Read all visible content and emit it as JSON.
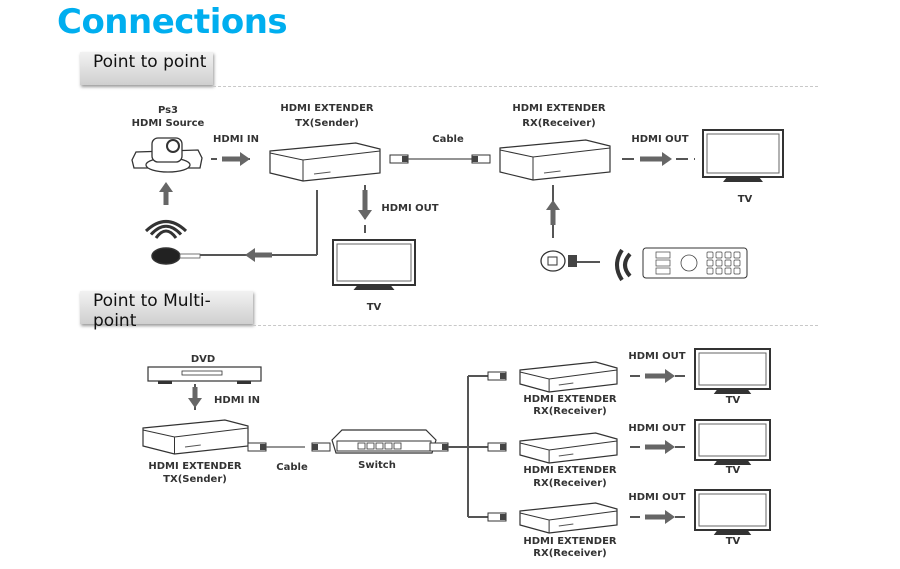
{
  "title": "Connections",
  "sections": {
    "p2p": {
      "tab": "Point to point",
      "source_name": "Ps3",
      "source_label": "HDMI Source",
      "hdmi_in": "HDMI IN",
      "tx_title": "HDMI EXTENDER",
      "tx_sub": "TX(Sender)",
      "cable": "Cable",
      "rx_title": "HDMI EXTENDER",
      "rx_sub": "RX(Receiver)",
      "hdmi_out_rx": "HDMI OUT",
      "tv_rx": "TV",
      "hdmi_out_tx": "HDMI OUT",
      "tv_tx": "TV"
    },
    "p2m": {
      "tab": "Point to Multi-point",
      "dvd": "DVD",
      "hdmi_in": "HDMI IN",
      "tx_title": "HDMI EXTENDER",
      "tx_sub": "TX(Sender)",
      "cable": "Cable",
      "switch": "Switch",
      "receivers": [
        {
          "title": "HDMI EXTENDER",
          "sub": "RX(Receiver)",
          "hdmi_out": "HDMI OUT",
          "tv": "TV"
        },
        {
          "title": "HDMI EXTENDER",
          "sub": "RX(Receiver)",
          "hdmi_out": "HDMI OUT",
          "tv": "TV"
        },
        {
          "title": "HDMI EXTENDER",
          "sub": "RX(Receiver)",
          "hdmi_out": "HDMI OUT",
          "tv": "TV"
        }
      ]
    }
  },
  "colors": {
    "title": "#00aeef",
    "lines": "#555555",
    "arrow": "#666666"
  }
}
